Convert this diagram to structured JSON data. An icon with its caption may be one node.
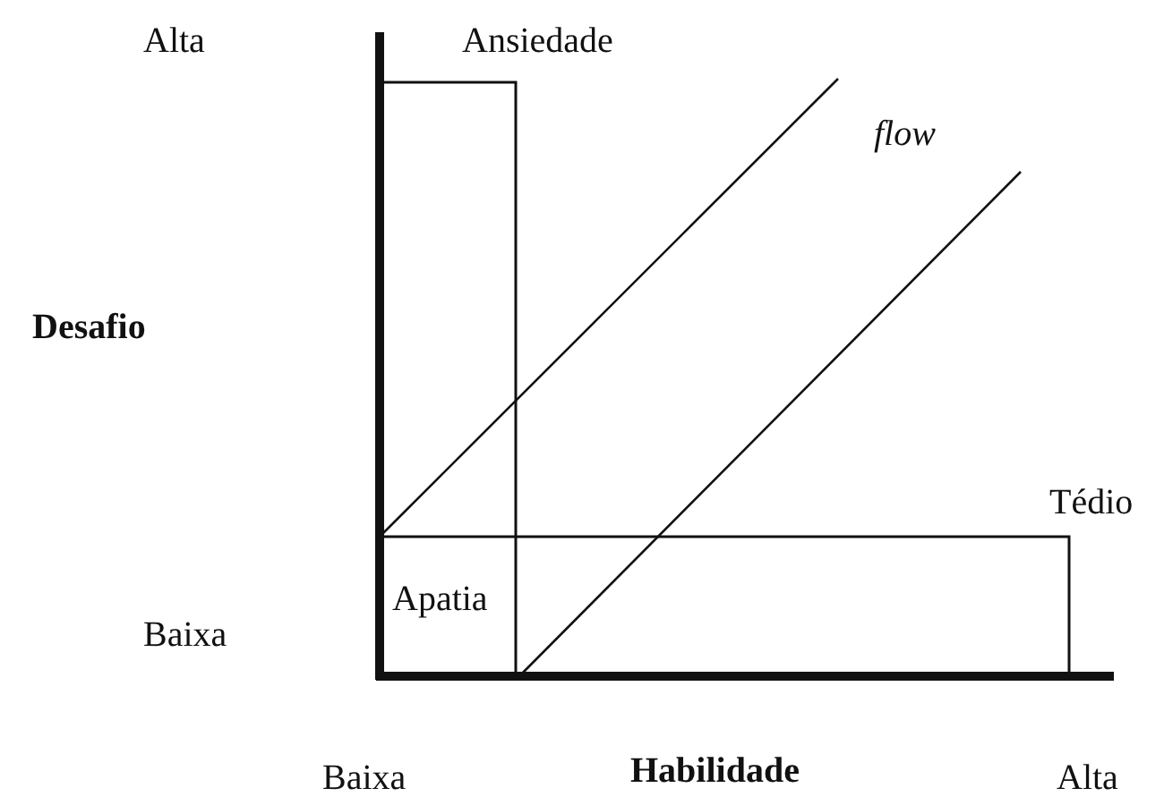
{
  "diagram": {
    "labels": [
      "Alta",
      "Ansiedade",
      "flow",
      "Desafio",
      "Tédio",
      "Apatia",
      "Baixa",
      "Baixa",
      "Habilidade",
      "Alta"
    ]
  }
}
